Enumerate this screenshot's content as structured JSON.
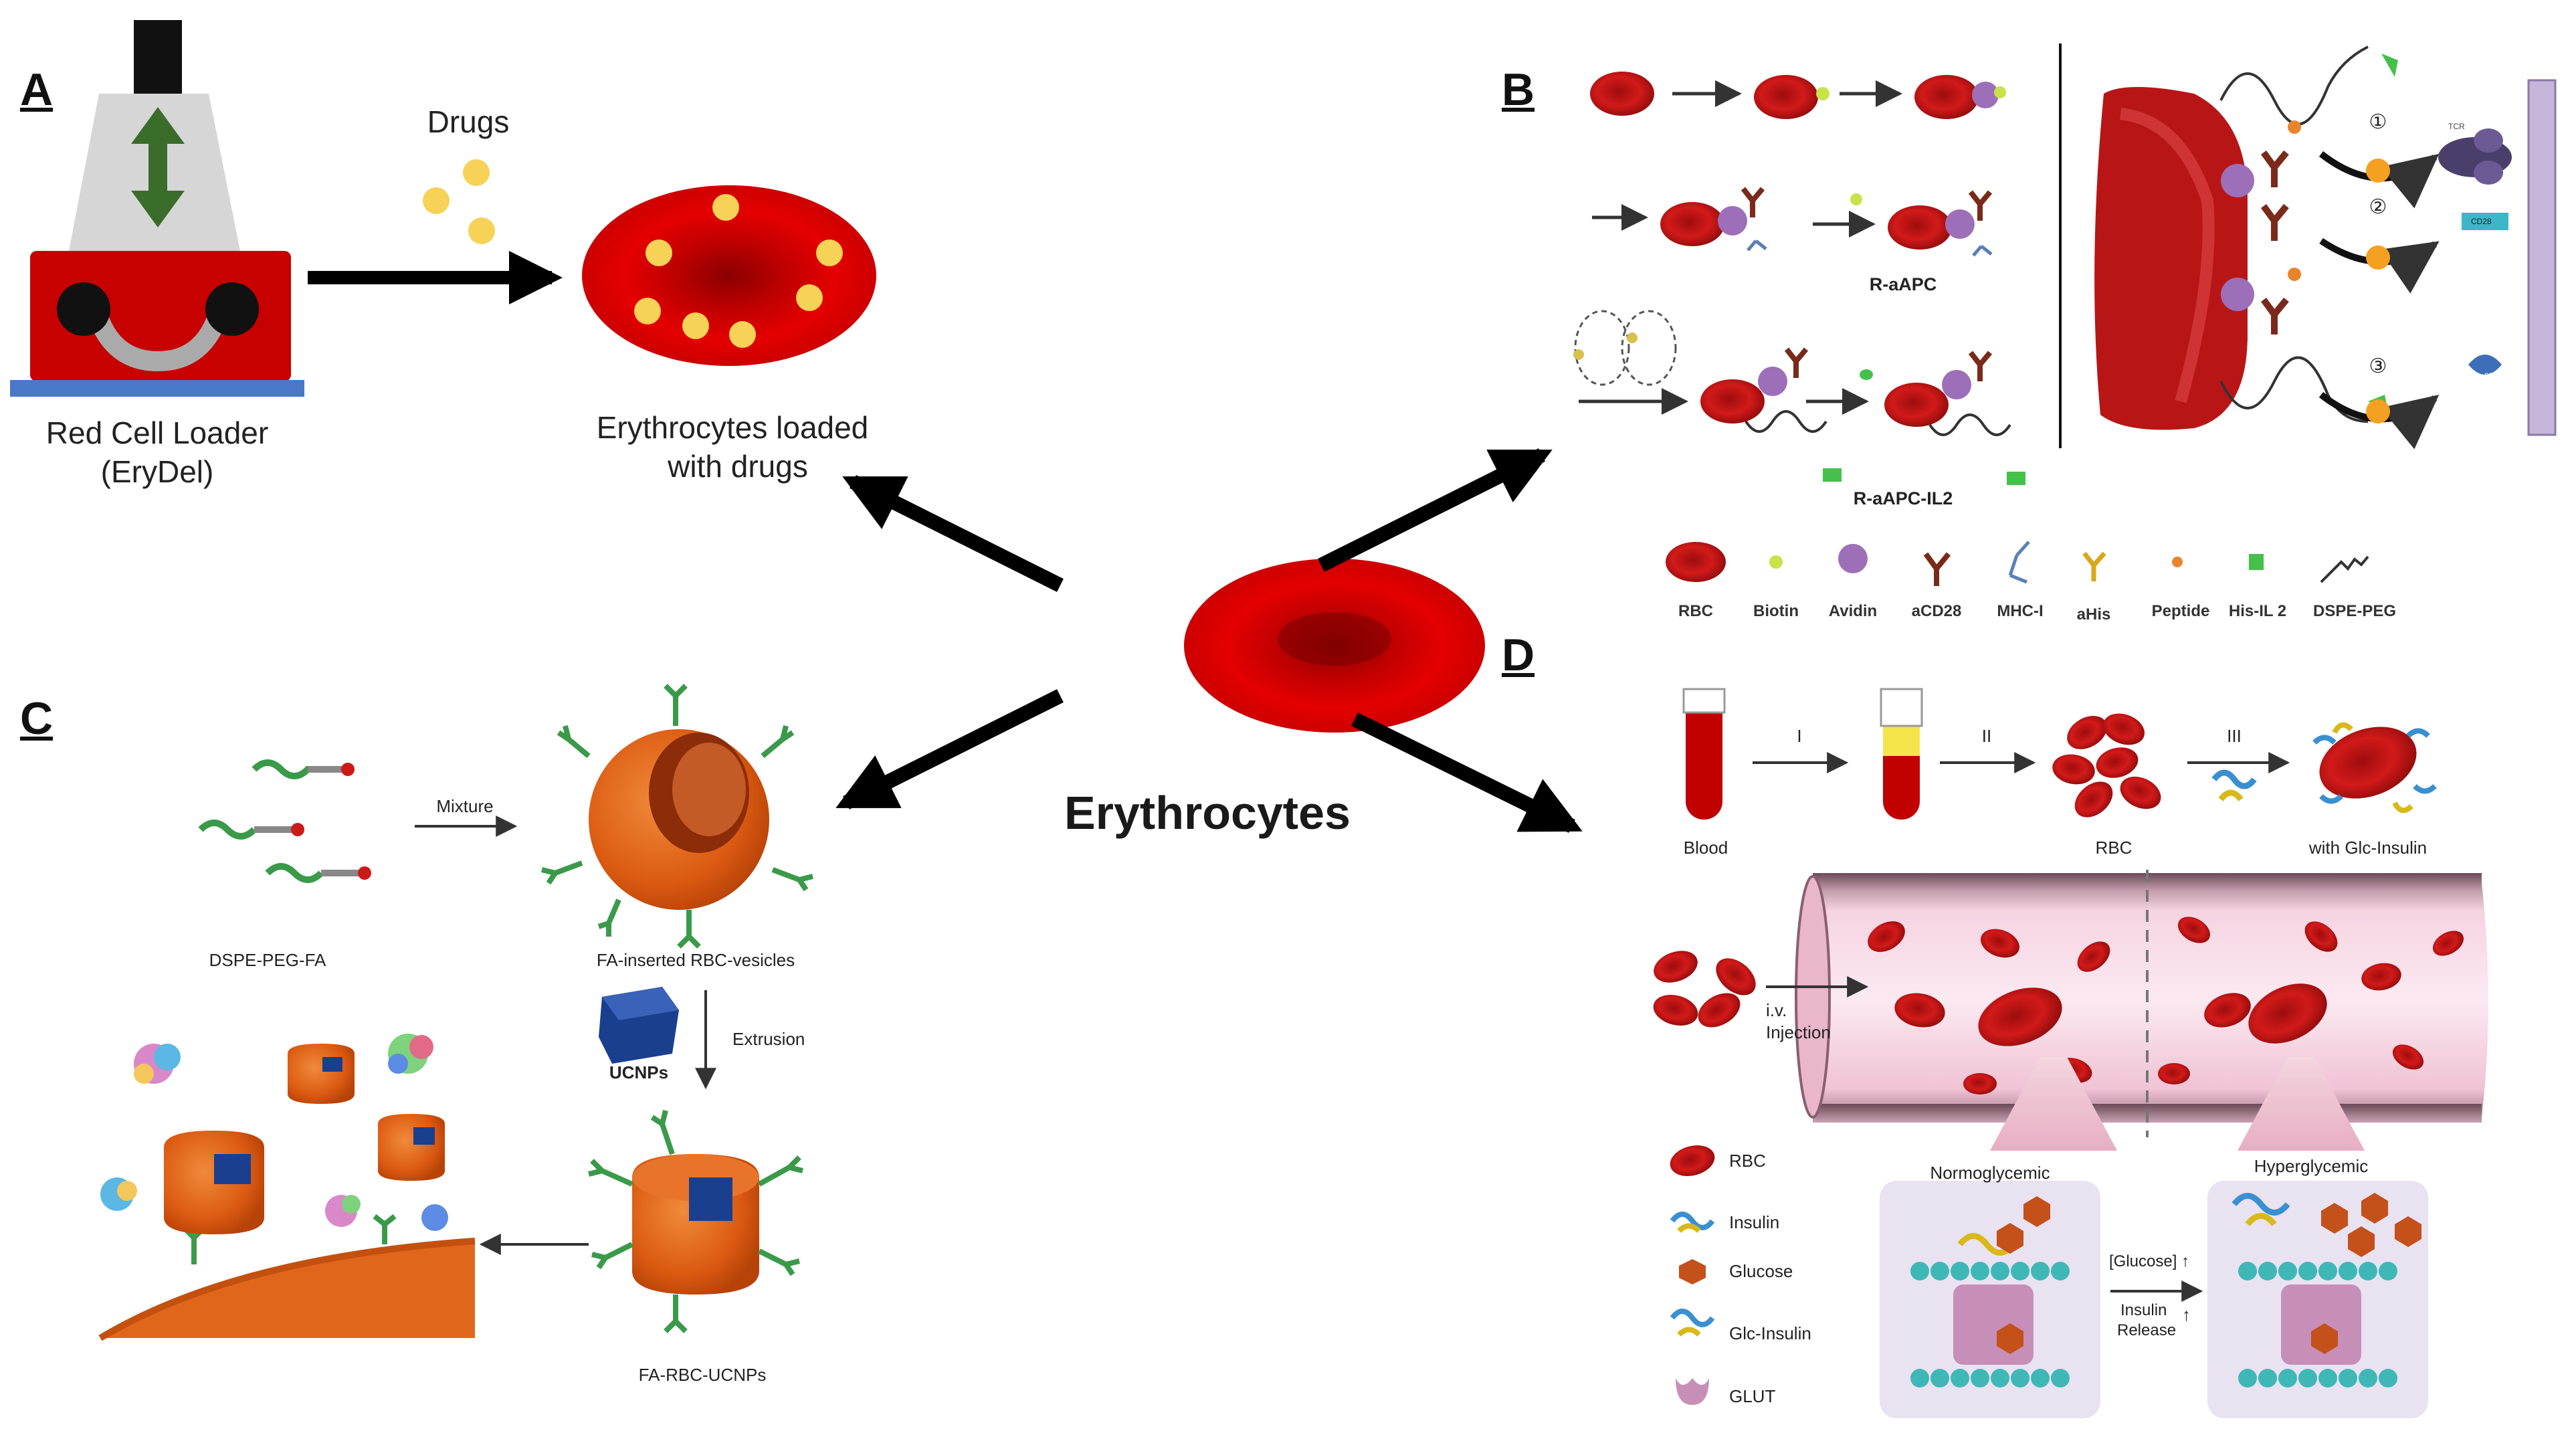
{
  "center": {
    "title": "Erythrocytes"
  },
  "panel_a": {
    "tag": "A",
    "drugs_label": "Drugs",
    "loader_label_line1": "Red Cell Loader",
    "loader_label_line2": "(EryDel)",
    "result_label_line1": "Erythrocytes loaded",
    "result_label_line2": "with drugs"
  },
  "panel_b": {
    "tag": "B",
    "construct_1": "R-aAPC",
    "construct_2": "R-aAPC-IL2",
    "steps": [
      "①",
      "②",
      "③"
    ],
    "receptors": [
      "TCR",
      "CD28",
      "IL-2R"
    ],
    "legend": [
      "RBC",
      "Biotin",
      "Avidin",
      "aCD28",
      "MHC-I",
      "aHis",
      "Peptide",
      "His-IL 2",
      "DSPE-PEG"
    ]
  },
  "panel_c": {
    "tag": "C",
    "reagent": "DSPE-PEG-FA",
    "step_mixture": "Mixture",
    "vesicle": "FA-inserted RBC-vesicles",
    "nanoparticle": "UCNPs",
    "step_extrusion": "Extrusion",
    "product": "FA-RBC-UCNPs"
  },
  "panel_d": {
    "tag": "D",
    "steps": [
      "I",
      "II",
      "III"
    ],
    "stage_labels": [
      "Blood",
      "RBC",
      "with Glc-Insulin"
    ],
    "injection_line1": "i.v.",
    "injection_line2": "Injection",
    "state_normal": "Normoglycemic",
    "state_high": "Hyperglycemic",
    "glucose_up": "[Glucose] ↑",
    "release_line1": "Insulin",
    "release_line2": "Release",
    "release_arrow": "↑",
    "legend": [
      "RBC",
      "Insulin",
      "Glucose",
      "Glc-Insulin",
      "GLUT"
    ]
  },
  "colors": {
    "rbc": "#e00000",
    "rbc_dark": "#8a0000",
    "loader_red": "#c70000",
    "loader_grey": "#d3d3d3",
    "loader_base": "#4a78c8",
    "drug_yellow": "#f6d256",
    "arrow_green": "#3a6d2a",
    "vesicle_orange": "#e0661c",
    "ucnp_blue": "#1a3f8f",
    "vessel_pink": "#f3c6d8",
    "glut_cell": "#e9e2f1"
  }
}
